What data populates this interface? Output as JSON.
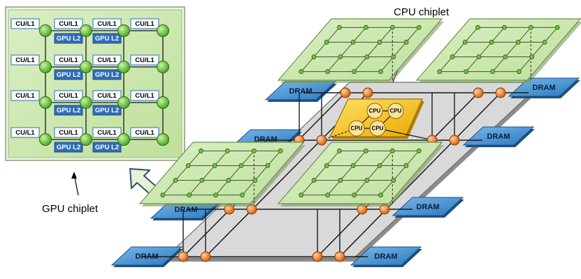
{
  "labels": {
    "cpu_chiplet": "CPU chiplet",
    "gpu_chiplet": "GPU chiplet",
    "dram": "DRAM",
    "cu_l1": "CU/L1",
    "gpu_l2": "GPU L2",
    "cpu": "CPU"
  },
  "colors": {
    "gpu_chiplet_fill": "#cfe8b4",
    "gpu_node": "#6cc63a",
    "interposer": "#d6d6d6",
    "router": "#f07d23",
    "dram": "#4a98d6",
    "cpu_chiplet": "#f2c318",
    "cpu_core": "#fbe3a0",
    "l2_box": "#2f6db5"
  }
}
